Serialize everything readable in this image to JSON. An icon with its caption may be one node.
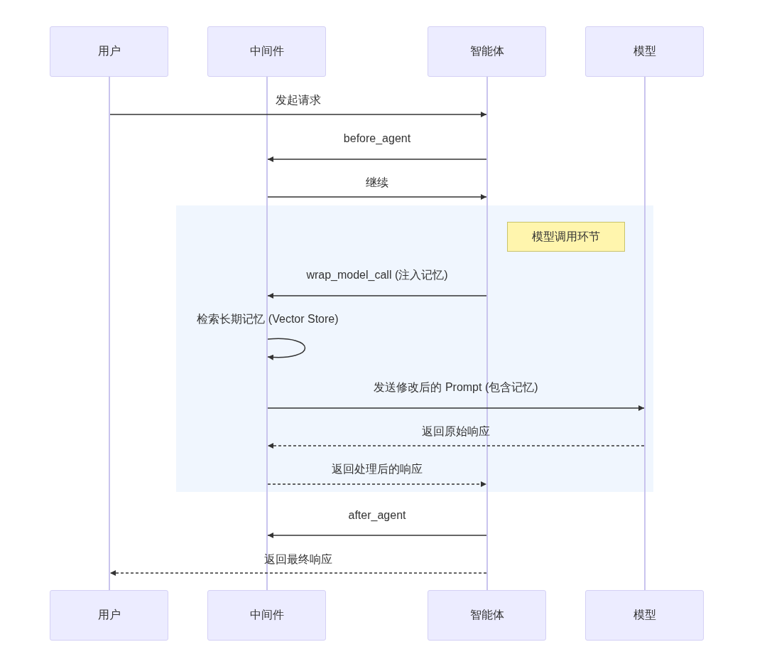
{
  "diagram": {
    "nodes": [
      {
        "text": [
          "用户"
        ]
      },
      {
        "text": [
          "中间件"
        ]
      },
      {
        "text": [
          "智能体"
        ]
      },
      {
        "text": [
          "模型"
        ]
      },
      {
        "text": [
          "用户"
        ]
      },
      {
        "text": [
          "中间件"
        ]
      },
      {
        "text": [
          "智能体"
        ]
      },
      {
        "text": [
          "模型"
        ]
      },
      {
        "text": [],
        "shape": "bar"
      },
      {
        "text": [],
        "shape": "bar"
      },
      {
        "text": [],
        "shape": "bar"
      },
      {
        "text": [],
        "shape": "bar"
      },
      {
        "text": [],
        "shape": "box"
      },
      {
        "text": [
          "模型调用环节"
        ],
        "in": 12
      }
    ],
    "edges": [
      {
        "from": 8,
        "to": 10,
        "arrow": "to",
        "label": "发起请求"
      },
      {
        "from": 10,
        "to": 9,
        "arrow": "to",
        "label": "before_agent"
      },
      {
        "from": 9,
        "to": 10,
        "arrow": "to",
        "label": "继续"
      },
      {
        "from": 10,
        "to": 9,
        "arrow": "to",
        "label": "wrap_model_call (注入记忆)"
      },
      {
        "from": 9,
        "to": 9,
        "arrow": "to",
        "label": "检索长期记忆 (Vector Store)"
      },
      {
        "from": 9,
        "to": 11,
        "arrow": "to",
        "label": "发送修改后的 Prompt (包含记忆)"
      },
      {
        "from": 11,
        "to": 9,
        "arrow": "to",
        "label": "返回原始响应",
        "style": "dashed"
      },
      {
        "from": 9,
        "to": 10,
        "arrow": "to",
        "label": "返回处理后的响应",
        "style": "dashed"
      },
      {
        "from": 10,
        "to": 9,
        "arrow": "to",
        "label": "after_agent"
      },
      {
        "from": 10,
        "to": 8,
        "arrow": "to",
        "label": "返回最终响应",
        "style": "dashed"
      }
    ]
  }
}
